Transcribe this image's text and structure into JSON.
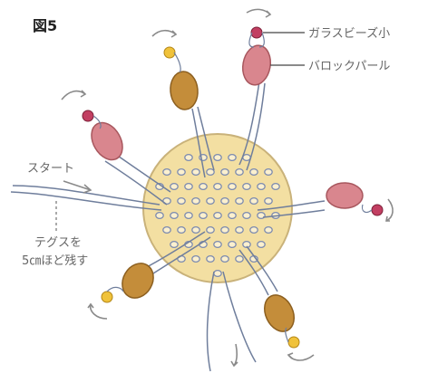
{
  "figure": {
    "title": "図5",
    "labels": {
      "glass_bead": "ガラスビーズ小",
      "baroque_pearl": "バロックパール",
      "start": "スタート",
      "leave_line_1": "テグスを",
      "leave_line_2": "5㎝ほど残す"
    }
  },
  "colors": {
    "disc_fill": "#f3dfa2",
    "disc_stroke": "#c9b27a",
    "hole_stroke": "#7b8ab0",
    "wire": "#6f7e9c",
    "pearl_pink": "#d9868e",
    "pearl_gold": "#c48d3a",
    "glass_bead_pink": "#c23f62",
    "glass_bead_yellow": "#f0c23a",
    "arrow": "#8a8a8a",
    "label_line": "#444444"
  },
  "icons": [
    "rotate-arrow-icon",
    "direction-arrow-icon"
  ]
}
